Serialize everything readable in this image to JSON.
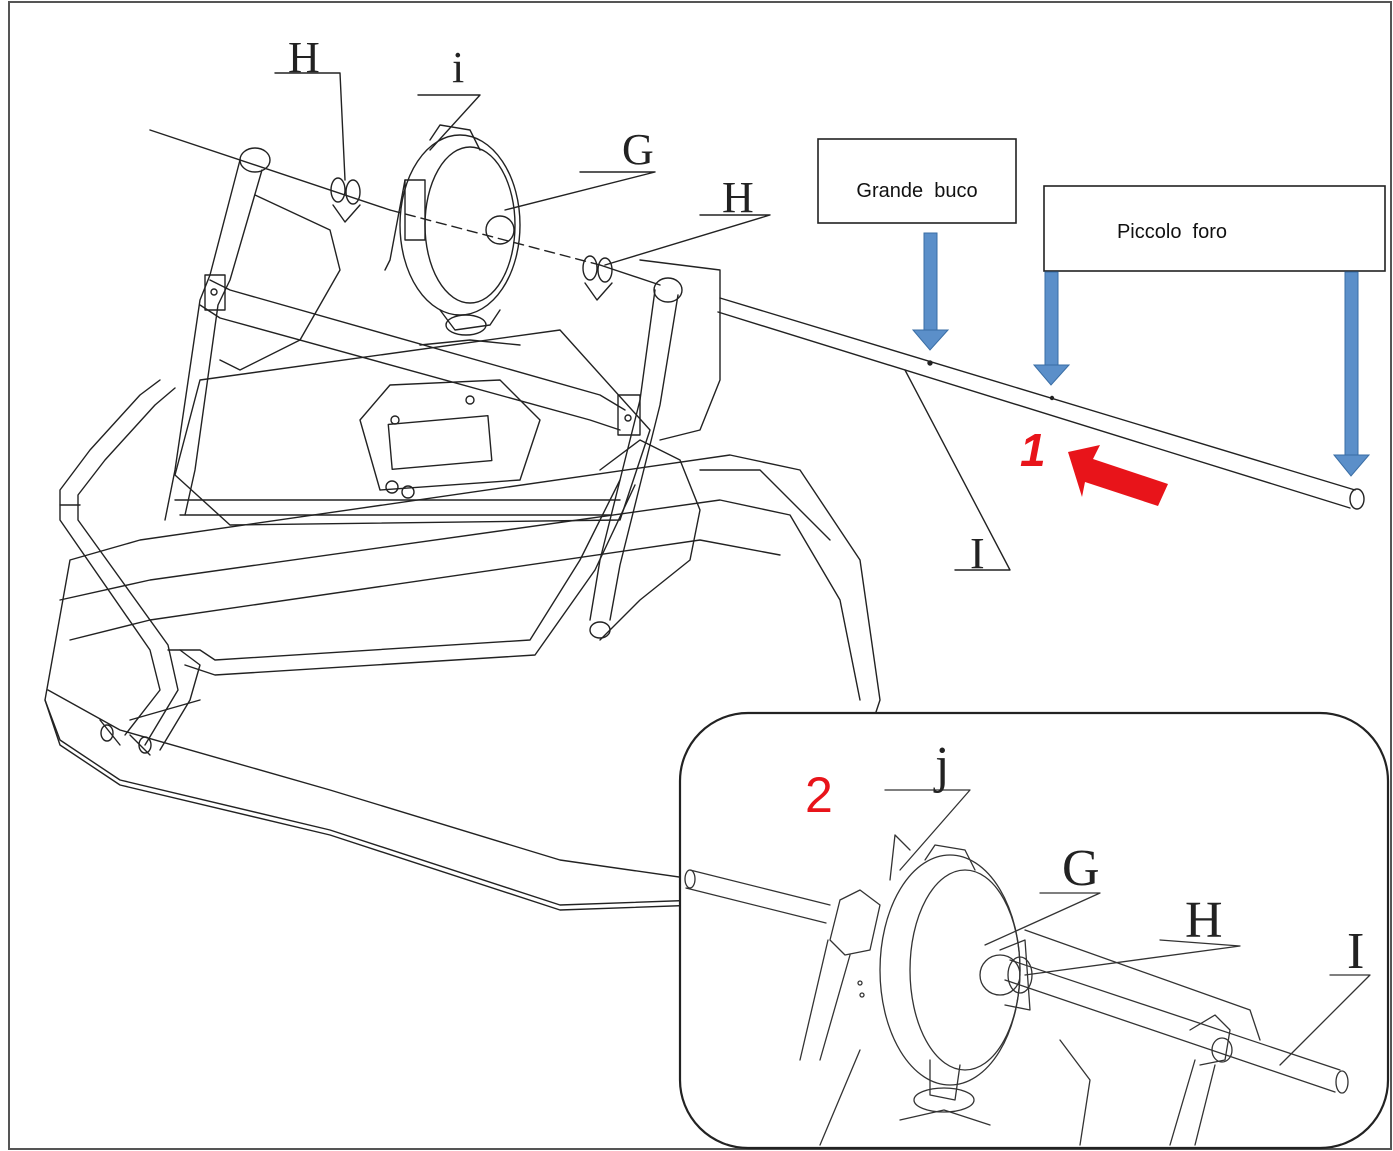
{
  "labels": {
    "H_top_left": "H",
    "i_top": "i",
    "G_top": "G",
    "H_top_right": "H",
    "I_main": "I",
    "j_inset": "j",
    "G_inset": "G",
    "H_inset": "H",
    "I_inset": "I"
  },
  "callouts": {
    "large_hole": "Grande  buco",
    "small_hole": "Piccolo  foro"
  },
  "steps": {
    "step1": "1",
    "step2": "2"
  },
  "colors": {
    "line": "#222222",
    "blue_arrow": "#5b8fc9",
    "blue_arrow_edge": "#3a6ea5",
    "red": "#e8141a"
  }
}
